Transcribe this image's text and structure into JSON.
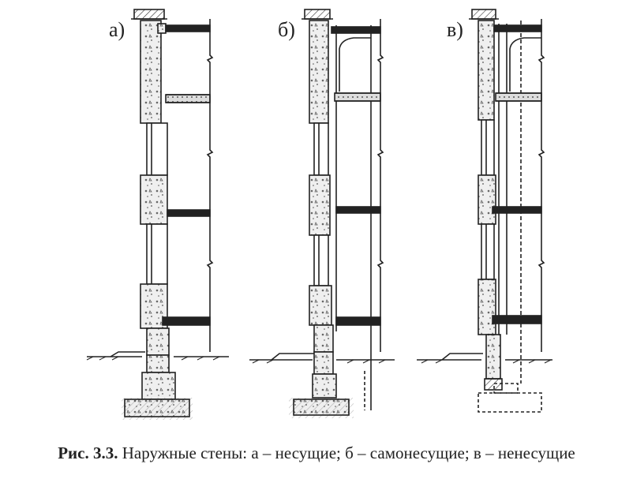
{
  "panels": [
    {
      "label": "а)",
      "type": "bearing"
    },
    {
      "label": "б)",
      "type": "self-bearing"
    },
    {
      "label": "в)",
      "type": "non-bearing"
    }
  ],
  "caption": {
    "lead": "Рис. 3.3.",
    "text": "Наружные стены: а – несущие; б – самонесущие; в – ненесущие"
  },
  "colors": {
    "ink": "#222222",
    "paper": "#ffffff",
    "concrete": "#eeeeee"
  }
}
